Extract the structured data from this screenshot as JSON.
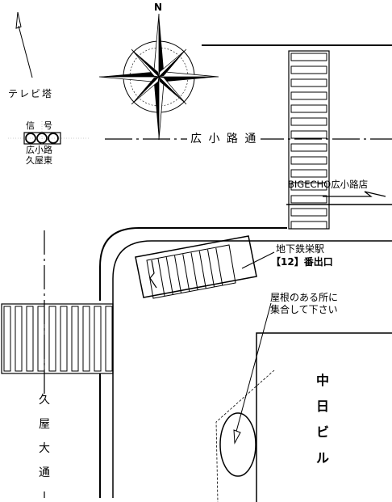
{
  "compass": {
    "north_label": "N"
  },
  "landmarks": {
    "tv_tower": "テレビ塔",
    "signal_title": "信　号",
    "signal_name_1": "広小路",
    "signal_name_2": "久屋東",
    "bigecho": "BIGECHO広小路店",
    "subway_line1": "地下鉄栄駅",
    "subway_line2": "【12】番出口",
    "meeting_line1": "屋根のある所に",
    "meeting_line2": "集合して下さい"
  },
  "streets": {
    "hirokoji": "広 小 路 通",
    "hisaya": [
      "久",
      "屋",
      "大",
      "通"
    ]
  },
  "building": {
    "name": [
      "中",
      "日",
      "ビ",
      "ル"
    ]
  }
}
